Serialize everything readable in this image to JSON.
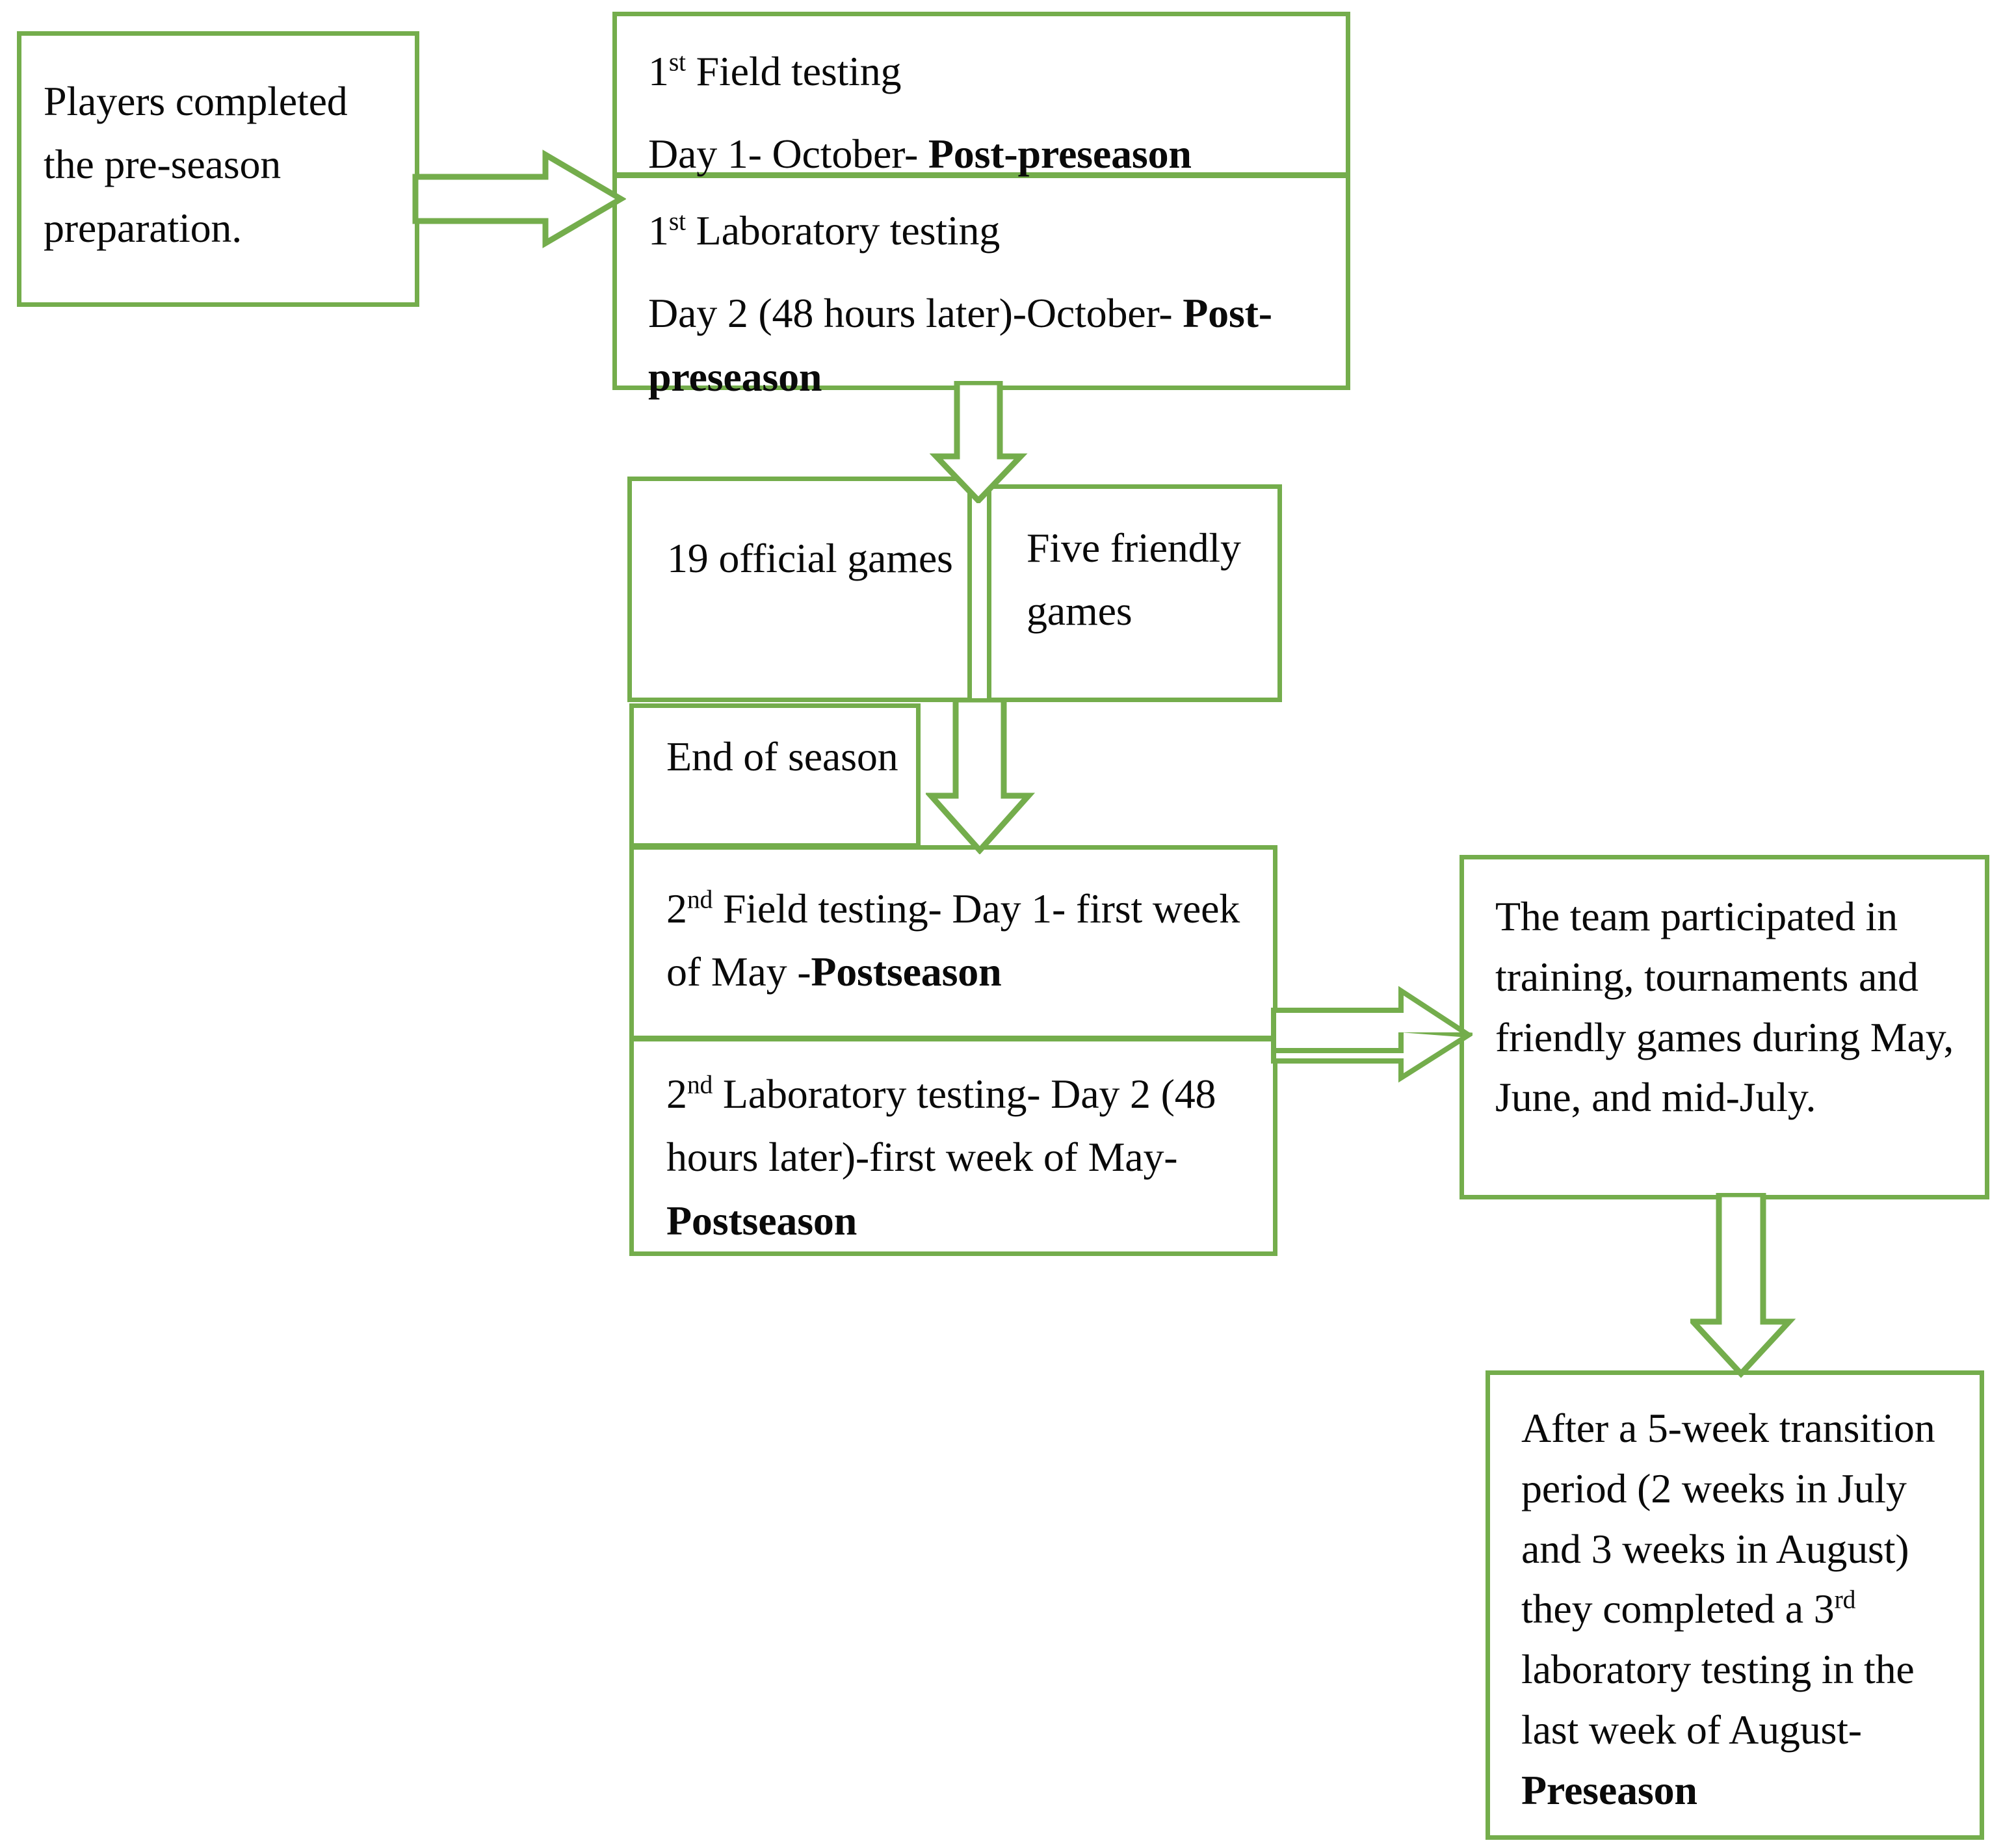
{
  "theme": {
    "border_color": "#74AD4C",
    "text_color": "#0A0A0A",
    "background": "#FFFFFF"
  },
  "diagram": {
    "type": "flowchart",
    "title": "Study timeline flowchart",
    "nodes": [
      {
        "id": "players",
        "name": "players-preparation-box",
        "text": "Players completed the pre-season preparation."
      },
      {
        "id": "field-testing-1",
        "name": "first-field-testing-box",
        "line1_prefix": "1",
        "line1_sup": "st",
        "line1_rest": " Field testing",
        "line2_plain": "Day 1- October- ",
        "line2_bold": "Post-preseason"
      },
      {
        "id": "lab-testing-1",
        "name": "first-laboratory-testing-box",
        "line1_prefix": "1",
        "line1_sup": "st",
        "line1_rest": " Laboratory testing",
        "line2_plain": "Day 2 (48 hours later)-October-",
        "line2_bold": "Post-preseason"
      },
      {
        "id": "official-games",
        "name": "official-games-box",
        "text": "19 official games"
      },
      {
        "id": "friendly-games",
        "name": "friendly-games-box",
        "text": "Five friendly games"
      },
      {
        "id": "end-of-season",
        "name": "end-of-season-box",
        "text": "End of season"
      },
      {
        "id": "field-testing-2",
        "name": "second-field-testing-box",
        "line1_prefix": "2",
        "line1_sup": "nd",
        "line1_rest": " Field testing- Day 1- first week of May -",
        "line1_bold": "Postseason"
      },
      {
        "id": "lab-testing-2",
        "name": "second-laboratory-testing-box",
        "line1_prefix": "2",
        "line1_sup": "nd",
        "line1_rest": " Laboratory testing- Day 2 (48 hours later)-first week of May- ",
        "line1_bold": "Postseason"
      },
      {
        "id": "team-participated",
        "name": "team-participation-box",
        "text": "The team participated in training, tournaments and friendly games during May, June, and mid-July."
      },
      {
        "id": "transition-period",
        "name": "transition-period-box",
        "part1": "After a 5-week transition period (2 weeks in July and 3 weeks in August) they completed a 3",
        "sup": "rd",
        "part2": " laboratory testing in the last week of August-",
        "bold": "Preseason"
      }
    ],
    "connectors": [
      {
        "id": "c1",
        "name": "arrow-players-to-field1",
        "direction": "right"
      },
      {
        "id": "c2",
        "name": "arrow-lab1-to-games",
        "direction": "down"
      },
      {
        "id": "c3",
        "name": "arrow-games-to-field2",
        "direction": "down"
      },
      {
        "id": "c4",
        "name": "arrow-field2-to-team",
        "direction": "right"
      },
      {
        "id": "c5",
        "name": "arrow-lab2-to-team",
        "direction": "right"
      },
      {
        "id": "c6",
        "name": "arrow-team-to-transition",
        "direction": "down"
      }
    ]
  }
}
